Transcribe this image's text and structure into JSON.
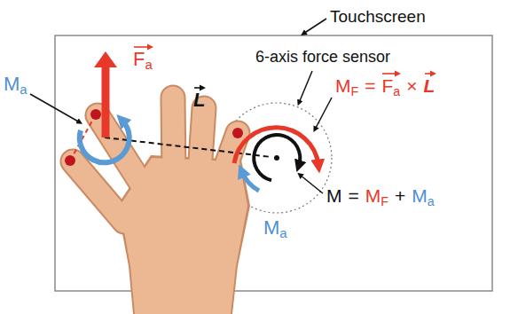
{
  "diagram": {
    "nodes": [
      {
        "text": [
          "Touchscreen"
        ]
      },
      {
        "text": [
          "6-axis force sensor"
        ],
        "in": 0
      }
    ],
    "labels": [
      "F",
      "a",
      "M",
      "a",
      "L",
      "M",
      "F",
      "=",
      "F",
      "a",
      "×",
      "L",
      "M",
      "=",
      "M",
      "F",
      "+",
      "M",
      "a",
      "M",
      "a"
    ]
  }
}
